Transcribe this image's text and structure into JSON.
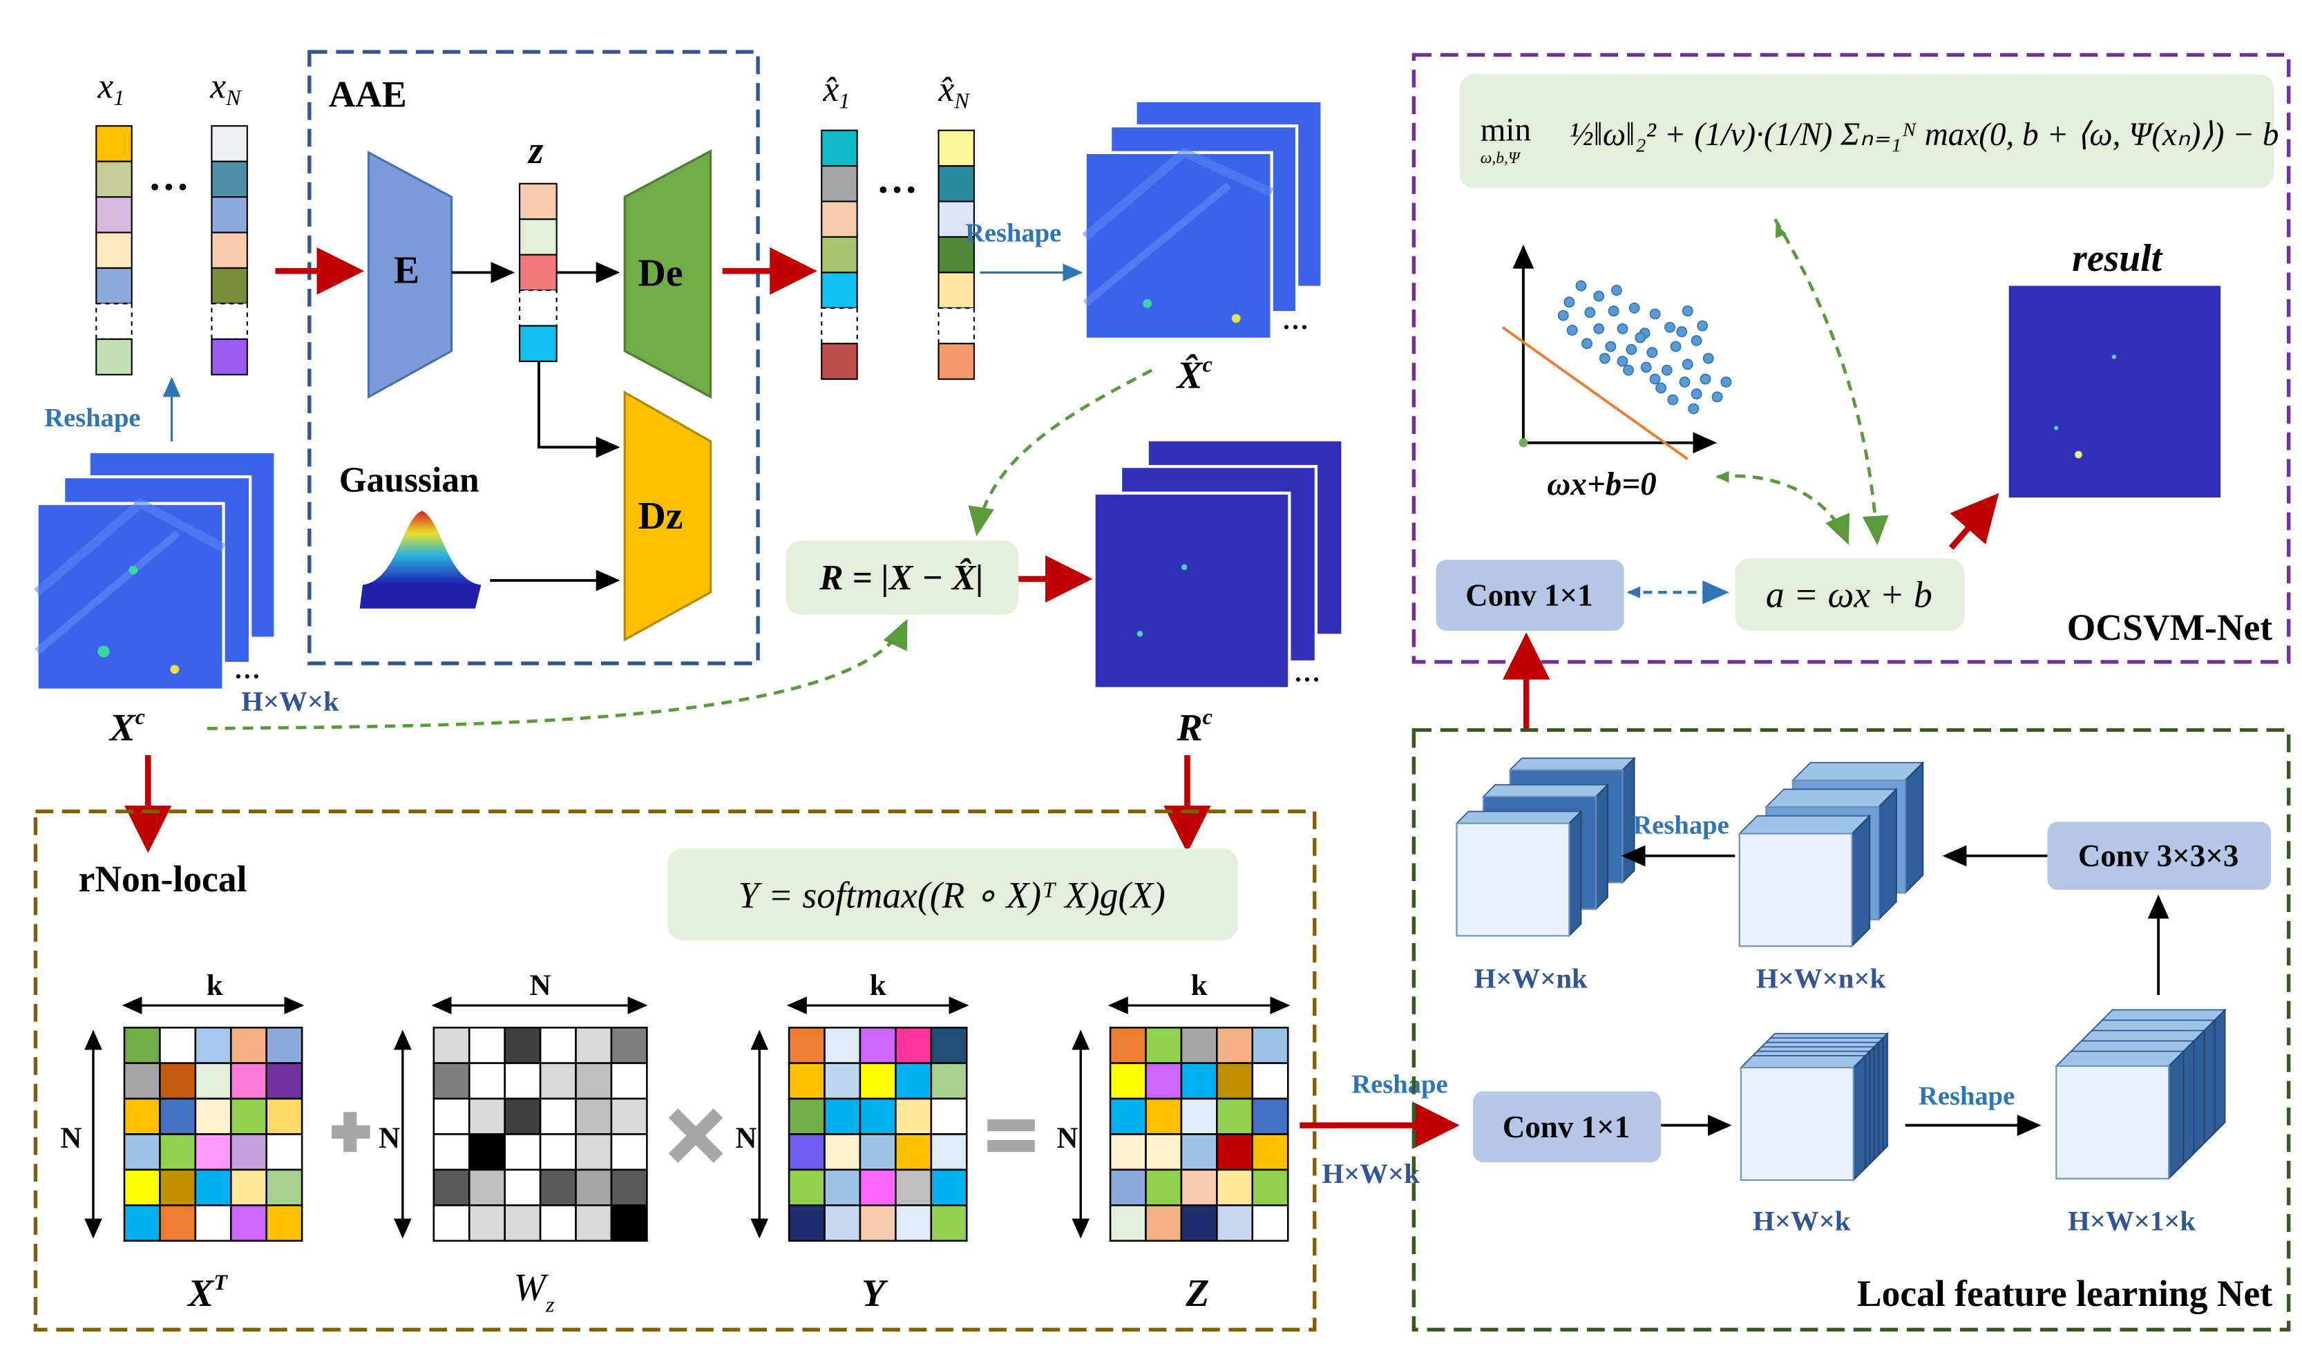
{
  "aae": {
    "title": "AAE",
    "encoder": "E",
    "decoder": "De",
    "discriminator": "Dz",
    "latent": "z",
    "gaussian": "Gaussian"
  },
  "inputs": {
    "x1": "x",
    "x1_sub": "1",
    "xN": "x",
    "xN_sub": "N",
    "xhat1": "x̂",
    "xhat1_sub": "1",
    "xhatN": "x̂",
    "xhatN_sub": "N",
    "ellipsis": "…",
    "reshape": "Reshape",
    "Xc": "X",
    "Xc_sup": "c",
    "Xhatc": "X̂",
    "Xhatc_sup": "c",
    "Rc": "R",
    "Rc_sup": "c",
    "hwk": "H×W×k"
  },
  "residual_formula": "R = |X − X̂|",
  "ocsvm": {
    "title": "OCSVM-Net",
    "objective_min": "min",
    "objective_sub": "ω,b,Ψ",
    "objective_body": "½‖ω‖₂² + (1/ν)·(1/N) Σₙ₌₁ᴺ max(0, b + ⟨ω, Ψ(xₙ)⟩) − b",
    "hyperplane": "ωx+b=0",
    "conv": "Conv 1×1",
    "score": "a = ωx + b",
    "result": "result"
  },
  "nonlocal": {
    "title": "rNon-local",
    "formula": "Y = softmax((R ∘ X)ᵀ X)g(X)",
    "dim_k": "k",
    "dim_N": "N",
    "XT": "X",
    "XT_sup": "T",
    "Wz": "W",
    "Wz_sub": "z",
    "Y": "Y",
    "Z": "Z",
    "reshape": "Reshape",
    "hwk": "H×W×k"
  },
  "local": {
    "title": "Local feature learning Net",
    "conv1": "Conv 1×1",
    "conv3": "Conv 3×3×3",
    "reshape1": "Reshape",
    "reshape2": "Reshape",
    "hwk": "H×W×k",
    "hw1k": "H×W×1×k",
    "hwnk": "H×W×n×k",
    "hw_nk": "H×W×nk"
  },
  "colors": {
    "aae_border": "#2f5597",
    "ocsvm_border": "#7030a0",
    "nonlocal_border": "#806000",
    "local_border": "#385723",
    "red_arrow": "#c00000",
    "green_dashed": "#5a9a3a",
    "label_blue": "#2e75b6",
    "encoder": "#7b9bd9",
    "decoder": "#70ad47",
    "discriminator": "#ffc000",
    "formula_bg": "#e2efda",
    "conv_bg": "#b4c7e7",
    "heatmap_dark": "#2f2fb8",
    "heatmap_image": "#3b63ea"
  }
}
